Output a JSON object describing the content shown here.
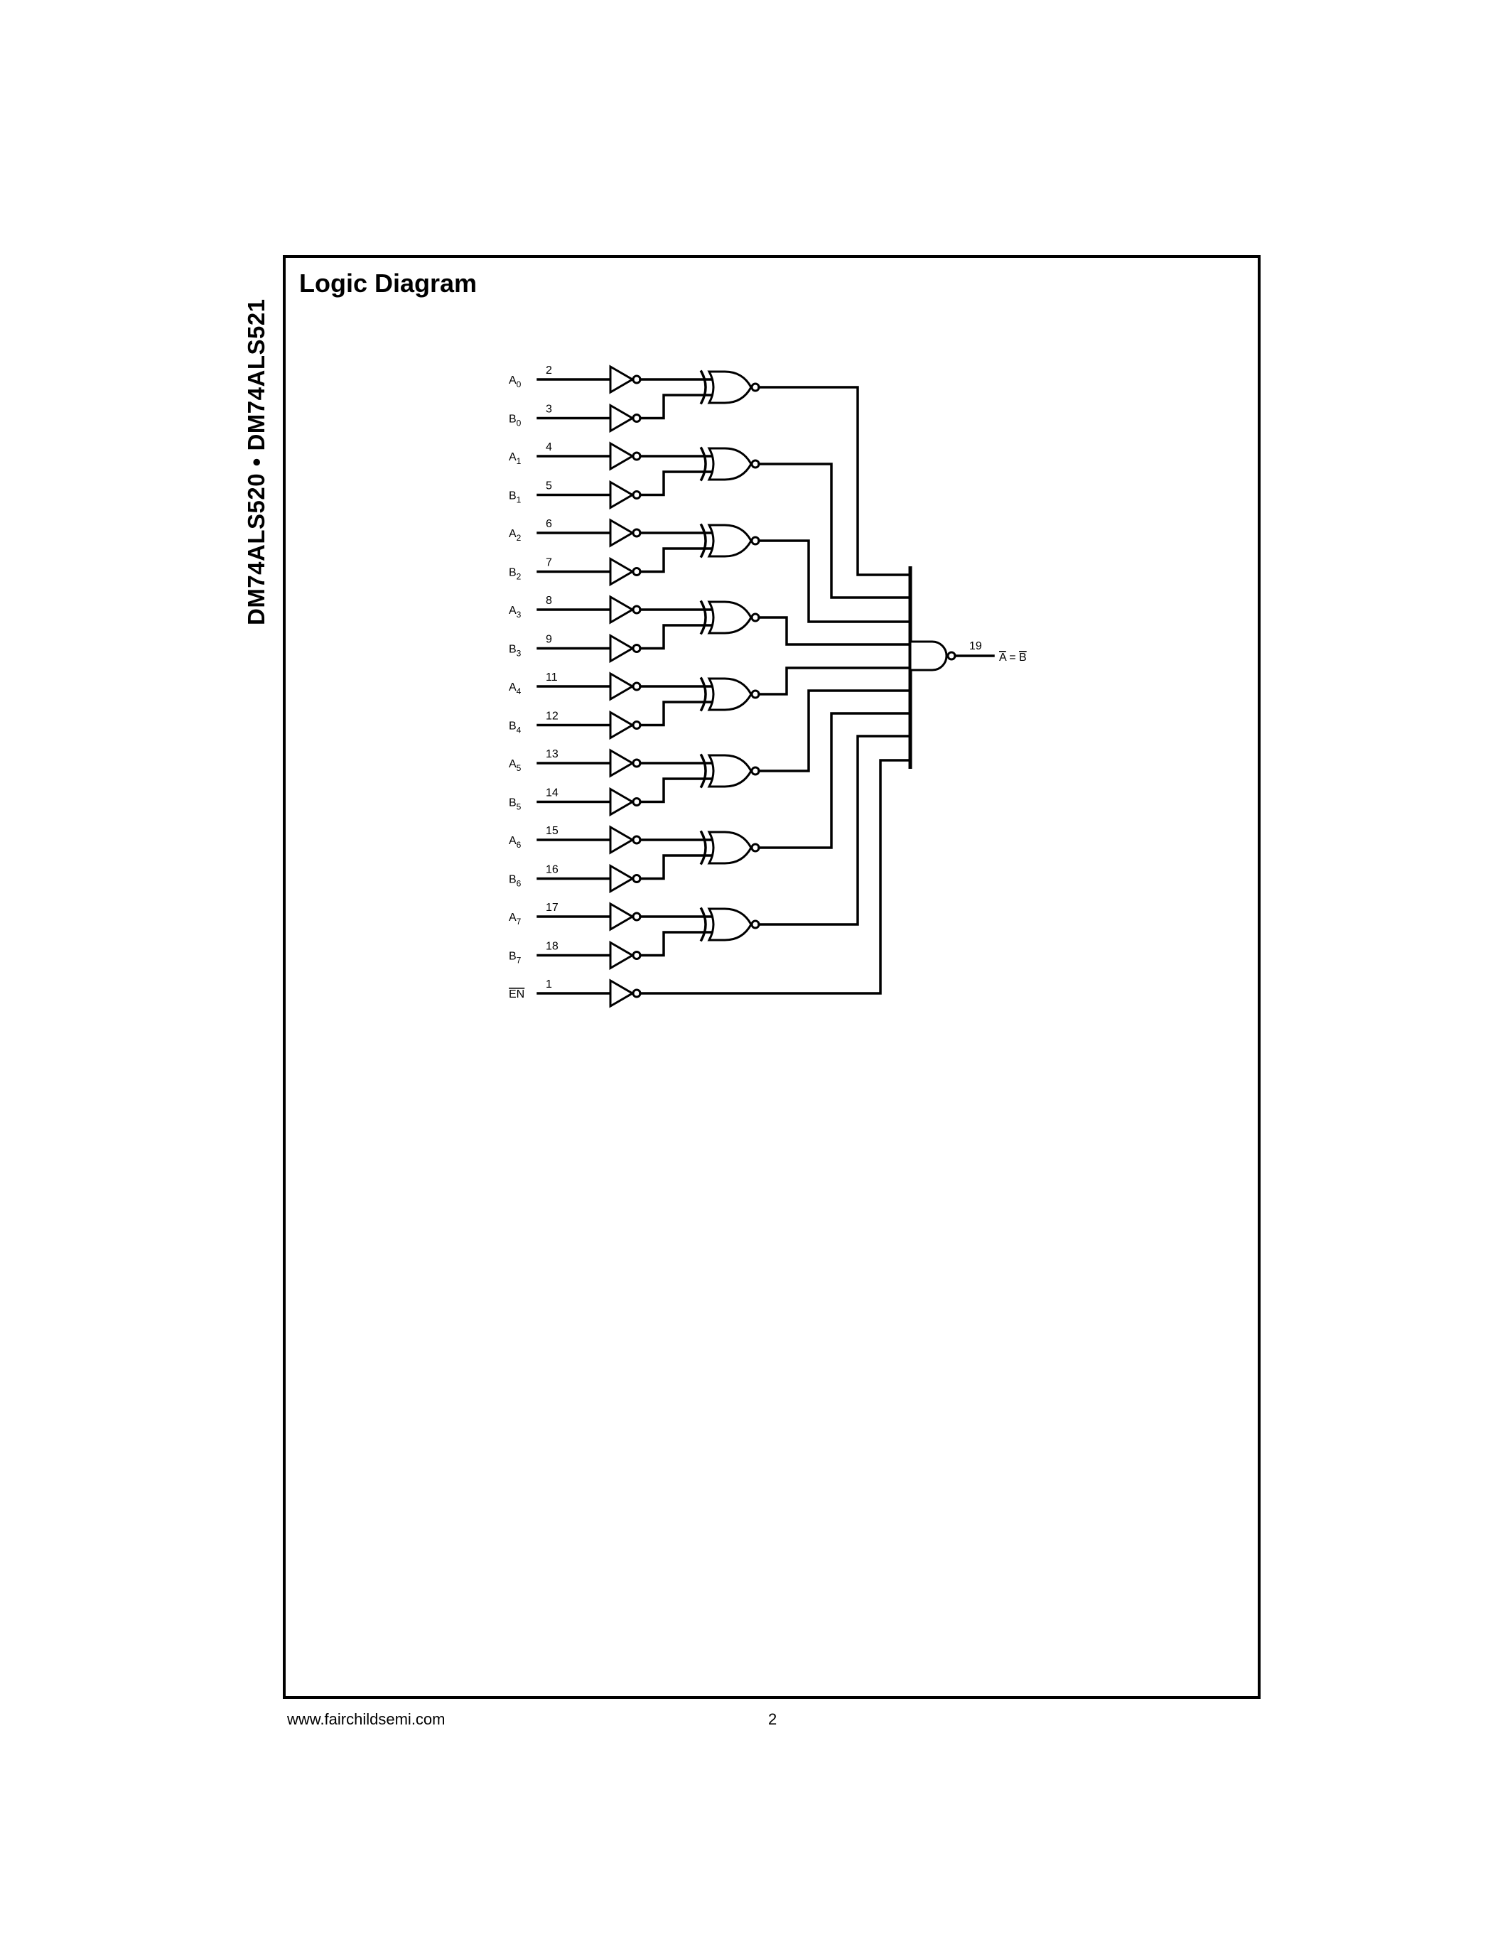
{
  "side_title": "DM74ALS520 • DM74ALS521",
  "section_title": "Logic Diagram",
  "footer": {
    "url": "www.fairchildsemi.com",
    "page_number": "2"
  },
  "diagram": {
    "inputs": [
      {
        "name": "A",
        "sub": "0",
        "pin": "2"
      },
      {
        "name": "B",
        "sub": "0",
        "pin": "3"
      },
      {
        "name": "A",
        "sub": "1",
        "pin": "4"
      },
      {
        "name": "B",
        "sub": "1",
        "pin": "5"
      },
      {
        "name": "A",
        "sub": "2",
        "pin": "6"
      },
      {
        "name": "B",
        "sub": "2",
        "pin": "7"
      },
      {
        "name": "A",
        "sub": "3",
        "pin": "8"
      },
      {
        "name": "B",
        "sub": "3",
        "pin": "9"
      },
      {
        "name": "A",
        "sub": "4",
        "pin": "11"
      },
      {
        "name": "B",
        "sub": "4",
        "pin": "12"
      },
      {
        "name": "A",
        "sub": "5",
        "pin": "13"
      },
      {
        "name": "B",
        "sub": "5",
        "pin": "14"
      },
      {
        "name": "A",
        "sub": "6",
        "pin": "15"
      },
      {
        "name": "B",
        "sub": "6",
        "pin": "16"
      },
      {
        "name": "A",
        "sub": "7",
        "pin": "17"
      },
      {
        "name": "B",
        "sub": "7",
        "pin": "18"
      },
      {
        "name": "EN",
        "sub": "",
        "pin": "1",
        "overline": true
      }
    ],
    "gates": {
      "inverters": 17,
      "xnor": 8,
      "nand_inputs": 9
    },
    "output": {
      "pin": "19",
      "label_left": "A",
      "label_eq": "=",
      "label_right": "B",
      "overline": true
    },
    "bus_wire_x": [
      1207,
      1170,
      1138,
      1107,
      1107,
      1138,
      1170,
      1207,
      1239
    ]
  }
}
